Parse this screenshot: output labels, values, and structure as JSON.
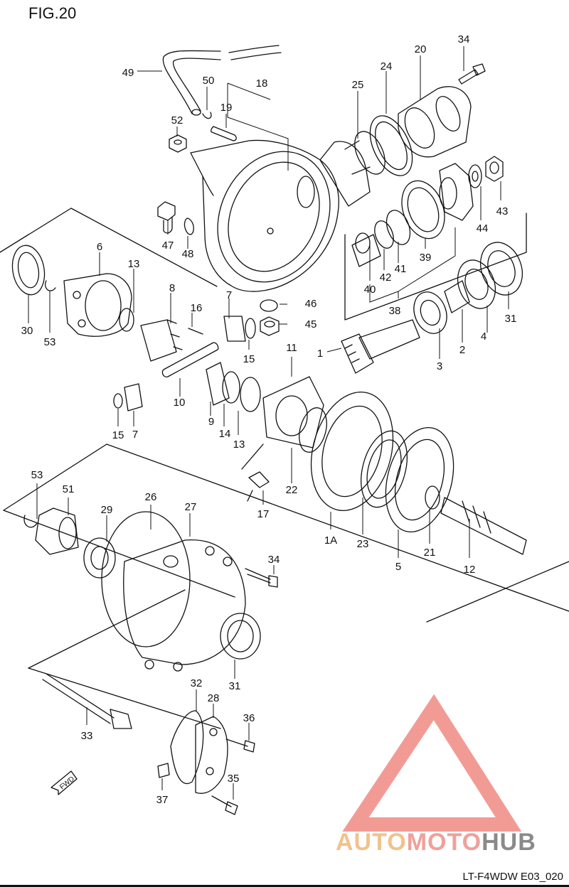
{
  "figure_title": "FIG.20",
  "figure_code": "LT-F4WDW E03_020",
  "watermark": {
    "part1": "AUTO",
    "part2": "MOTO",
    "part3": "HUB",
    "color_logo": "#f08a82",
    "color_auto": "#f2c28b",
    "color_hub": "#8a8a8a"
  },
  "fwd_label": "FWD",
  "part_labels": [
    "49",
    "50",
    "18",
    "19",
    "52",
    "25",
    "24",
    "20",
    "34",
    "47",
    "48",
    "43",
    "44",
    "6",
    "13",
    "8",
    "16",
    "7",
    "46",
    "45",
    "30",
    "53",
    "40",
    "42",
    "41",
    "39",
    "38",
    "31",
    "1",
    "2",
    "3",
    "4",
    "11",
    "15",
    "10",
    "9",
    "14",
    "13",
    "15",
    "7",
    "17",
    "22",
    "1A",
    "23",
    "5",
    "21",
    "12",
    "53",
    "51",
    "29",
    "26",
    "27",
    "34",
    "31",
    "32",
    "28",
    "36",
    "33",
    "37",
    "35"
  ]
}
